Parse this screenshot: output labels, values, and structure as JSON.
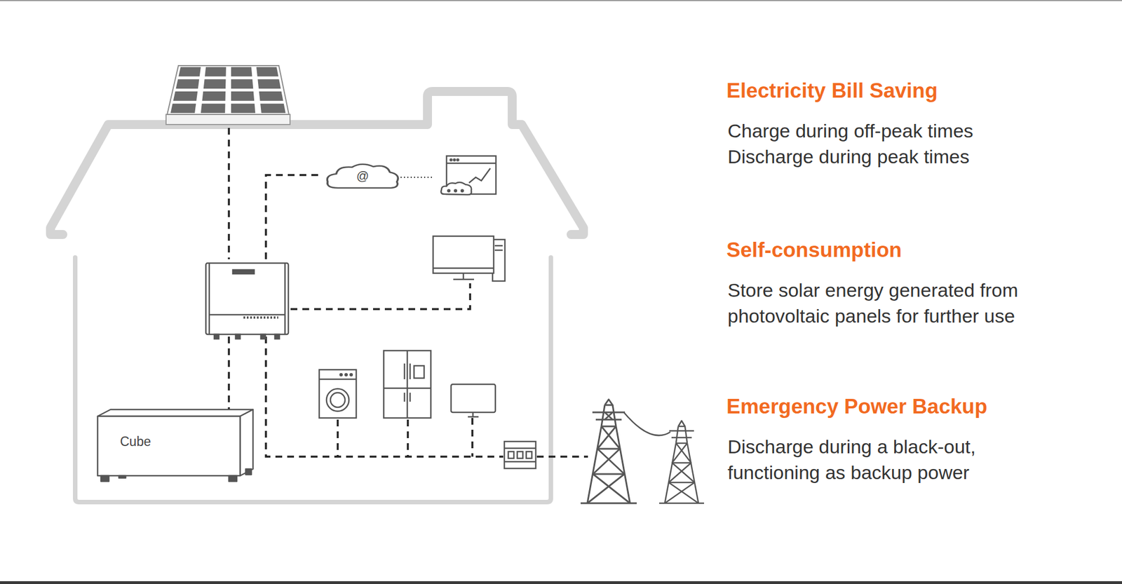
{
  "diagram": {
    "nodes": [
      {
        "text": [
          "@"
        ]
      },
      {
        "text": [
          "Cube"
        ]
      }
    ],
    "labels": [
      "Electricity Bill Saving",
      "Charge during off-peak times Discharge during peak times",
      "Self-consumption",
      "Store solar energy generated from photovoltaic panels for further use",
      "Emergency Power Backup",
      "Discharge during a black-out, functioning as backup power"
    ]
  }
}
